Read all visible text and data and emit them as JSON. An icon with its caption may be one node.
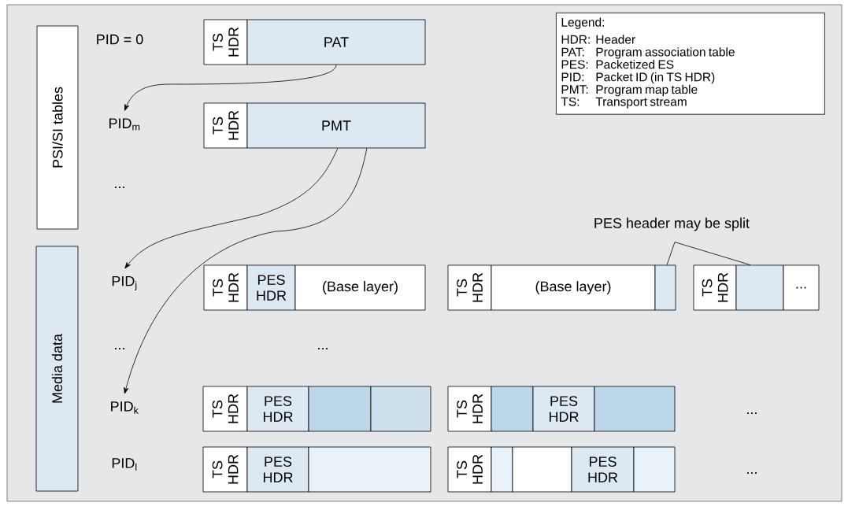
{
  "diagram": {
    "nodes": [
      {
        "text": [
          "PSI/SI tables"
        ]
      },
      {
        "text": [
          "Media data"
        ]
      },
      {
        "text": [
          "PID$_{m}$"
        ]
      },
      {
        "text": [
          "PID$_{j}$"
        ]
      },
      {
        "text": [
          "PID$_{k}$"
        ]
      },
      {
        "text": [
          "Legend:",
          "HDR:",
          "Header",
          "PAT:",
          "Program association table",
          "PES:",
          "Packetized ES",
          "PID:",
          "Packet ID (in TS HDR)",
          "PMT:",
          "Program map table",
          "TS:",
          "Transport stream"
        ]
      },
      {
        "text": [
          "TS HDR"
        ]
      },
      {
        "text": [
          "PAT"
        ]
      },
      {
        "text": [
          "TS HDR"
        ]
      },
      {
        "text": [
          "PMT"
        ]
      },
      {
        "text": [
          "TS HDR"
        ]
      },
      {
        "text": [
          "PES HDR"
        ]
      },
      {
        "text": [
          "(Base layer)"
        ]
      },
      {
        "text": [
          "TS HDR"
        ]
      },
      {
        "text": [
          "(Base layer)"
        ]
      },
      {
        "text": [],
        "shape": "box"
      },
      {
        "text": [
          "TS HDR"
        ]
      },
      {
        "text": [],
        "shape": "box"
      },
      {
        "text": [
          "..."
        ]
      },
      {
        "text": [
          "TS HDR"
        ]
      },
      {
        "text": [
          "PES HDR"
        ]
      },
      {
        "text": [],
        "shape": "box"
      },
      {
        "text": [],
        "shape": "box"
      },
      {
        "text": [
          "TS HDR"
        ]
      },
      {
        "text": [],
        "shape": "box"
      },
      {
        "text": [
          "PES HDR"
        ]
      },
      {
        "text": [],
        "shape": "box"
      },
      {
        "text": [
          "TS HDR"
        ]
      },
      {
        "text": [
          "PES HDR"
        ]
      },
      {
        "text": [],
        "shape": "box"
      },
      {
        "text": [
          "TS HDR"
        ]
      },
      {
        "text": [],
        "shape": "box"
      },
      {
        "text": [],
        "shape": "box"
      },
      {
        "text": [
          "PES HDR"
        ]
      },
      {
        "text": [],
        "shape": "box"
      },
      {
        "text": [
          "PES header may be split"
        ]
      }
    ],
    "edges": [
      {
        "from": 7,
        "to": 2,
        "arrow": "to"
      },
      {
        "from": 9,
        "to": 3,
        "arrow": "to"
      },
      {
        "from": 9,
        "to": 4,
        "arrow": "to"
      },
      {
        "from": 35,
        "to": 15,
        "arrow": "none"
      },
      {
        "from": 35,
        "to": 17,
        "arrow": "none"
      }
    ],
    "labels": [
      "PID = 0",
      "...",
      "...",
      "...",
      "...",
      "PID$_{l}$",
      "..."
    ]
  }
}
